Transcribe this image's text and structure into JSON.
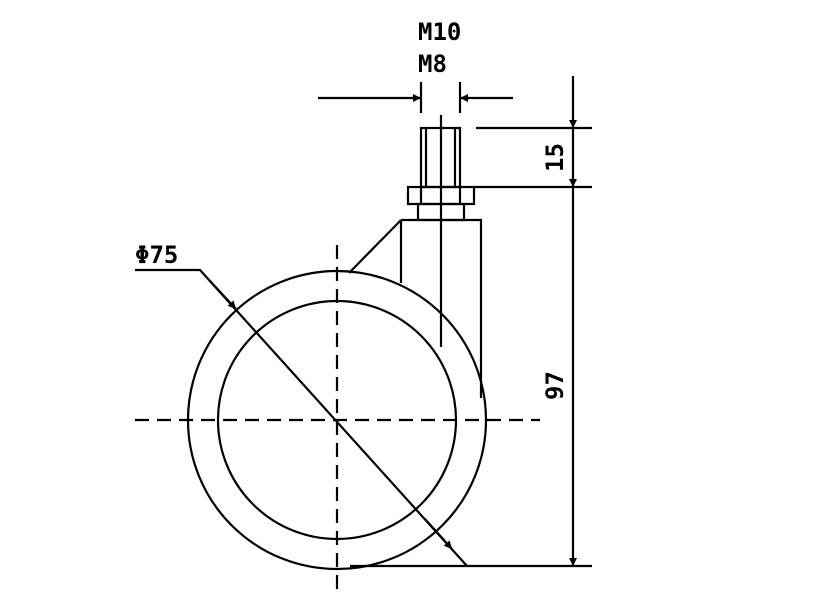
{
  "labels": {
    "thread_m10": "M10",
    "thread_m8": "M8",
    "stem_length": "15",
    "total_height": "97",
    "wheel_diameter": "Φ75"
  },
  "colors": {
    "line": "#000000",
    "background": "#ffffff"
  }
}
